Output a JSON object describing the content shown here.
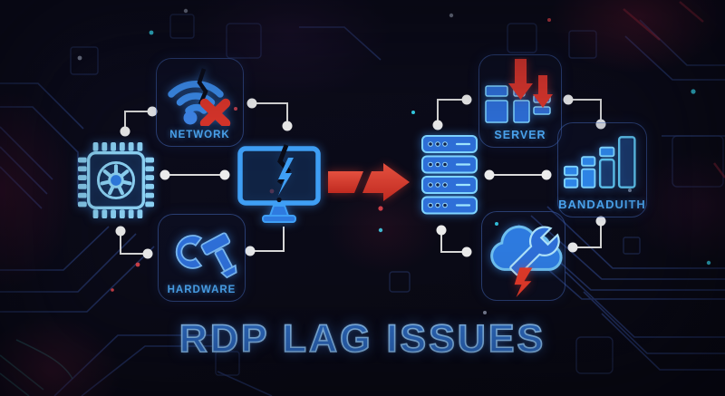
{
  "title": {
    "text": "RDP LAG ISSUES"
  },
  "nodes": {
    "network": {
      "label": "NETWORK",
      "icon": "broken-wifi-x-icon"
    },
    "cpu": {
      "icon": "cpu-fan-chip-icon"
    },
    "monitor": {
      "icon": "cracked-monitor-icon"
    },
    "hardware": {
      "label": "HARDWARE",
      "icon": "wrench-hammer-icon"
    },
    "flow_arrow": {
      "icon": "broken-red-arrow-icon"
    },
    "server_rack": {
      "icon": "server-rack-icon",
      "units": 4
    },
    "server": {
      "label": "SERVER",
      "icon": "server-blocks-down-arrows-icon"
    },
    "bandwidth": {
      "label": "BANDADUITH",
      "icon": "signal-bars-icon"
    },
    "cloud": {
      "icon": "cloud-wrench-lightning-icon"
    }
  },
  "colors": {
    "background": "#0b0b18",
    "icon_blue_fill": "#2e6fd8",
    "icon_cyan_stroke": "#7fd4ff",
    "monitor_blue": "#3f9ff5",
    "alert_red": "#d93a30",
    "label_blue": "#4ba4ee",
    "title_blue": "#2f6fc9",
    "connector_grey": "#e2e2e2",
    "trace_blue": "#233263"
  }
}
